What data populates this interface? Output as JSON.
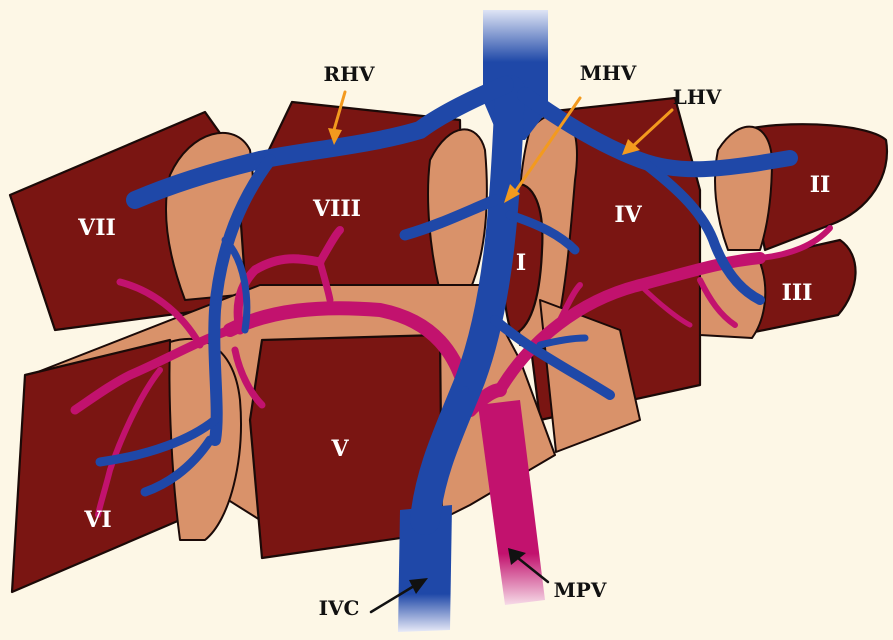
{
  "colors": {
    "background": "#fdf7e6",
    "liver_segment": "#7a1512",
    "liver_cut_surface": "#d9926a",
    "hepatic_vein": "#1f48a8",
    "portal_vein": "#c2126e",
    "pointer_orange": "#f39a1e",
    "pointer_black": "#111111"
  },
  "segments": [
    {
      "id": "I",
      "label": "I"
    },
    {
      "id": "II",
      "label": "II"
    },
    {
      "id": "III",
      "label": "III"
    },
    {
      "id": "IV",
      "label": "IV"
    },
    {
      "id": "V",
      "label": "V"
    },
    {
      "id": "VI",
      "label": "VI"
    },
    {
      "id": "VII",
      "label": "VII"
    },
    {
      "id": "VIII",
      "label": "VIII"
    }
  ],
  "vessels": {
    "rhv": "RHV",
    "mhv": "MHV",
    "lhv": "LHV",
    "ivc": "IVC",
    "mpv": "MPV"
  }
}
